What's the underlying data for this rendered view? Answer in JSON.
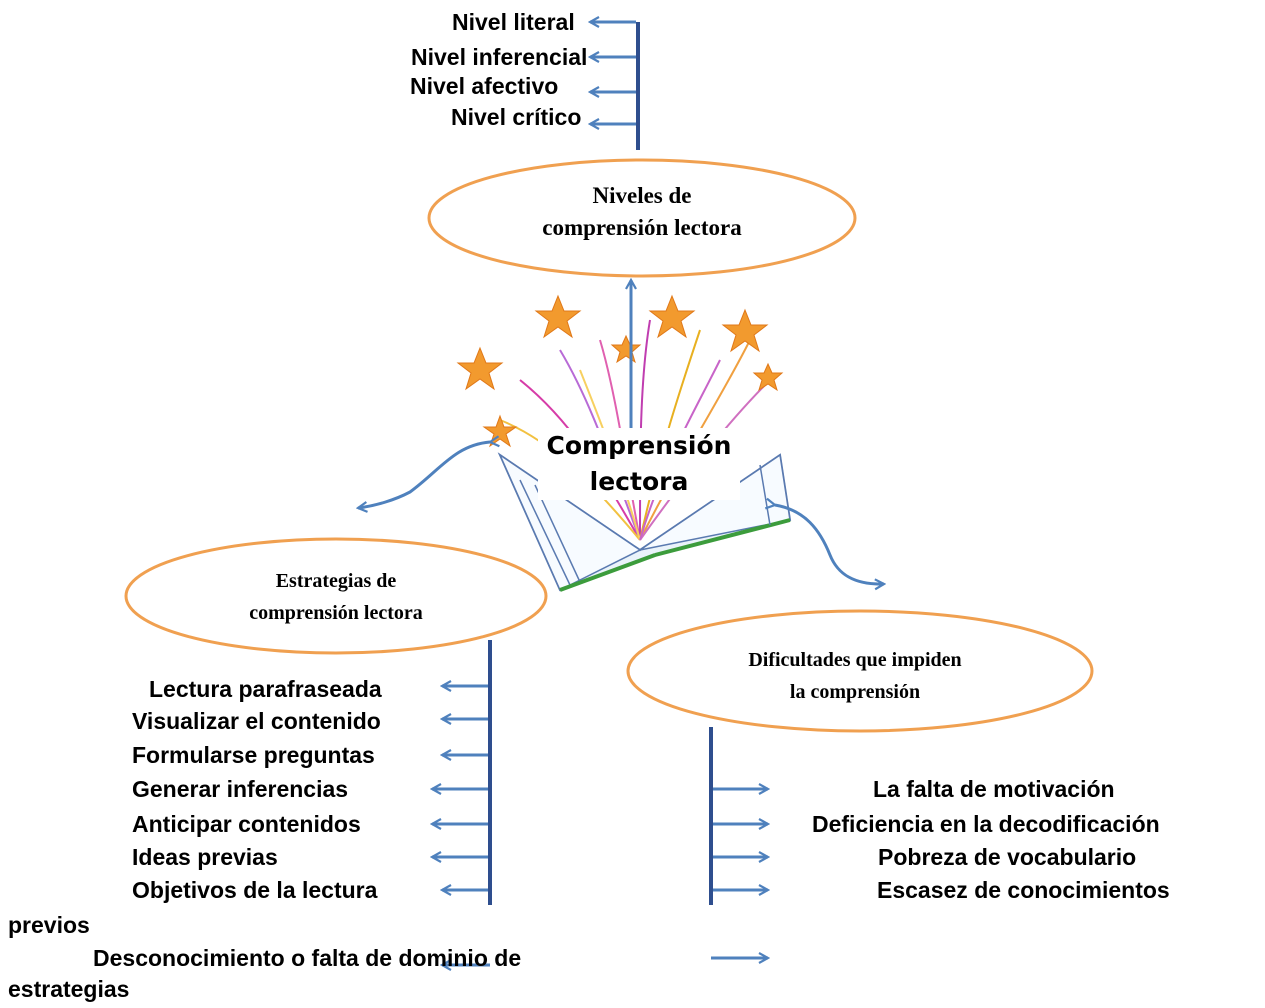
{
  "center": {
    "line1": "Comprensión",
    "line2": "lectora"
  },
  "niveles": {
    "title_line1": "Niveles de",
    "title_line2": "comprensión lectora",
    "items": [
      "Nivel literal",
      "Nivel  inferencial",
      "Nivel afectivo",
      "Nivel crítico"
    ]
  },
  "estrategias": {
    "title_line1": "Estrategias de",
    "title_line2": "comprensión lectora",
    "items": [
      "Lectura parafraseada",
      "Visualizar el contenido",
      "Formularse preguntas",
      "Generar  inferencias",
      "Anticipar contenidos",
      "Ideas previas",
      "Objetivos de la lectura",
      "previos",
      "Desconocimiento o falta de dominio de",
      "estrategias"
    ]
  },
  "dificultades": {
    "title_line1": "Dificultades que impiden",
    "title_line2": "la  comprensión",
    "items": [
      "La falta de motivación",
      "Deficiencia en la decodificación",
      "Pobreza  de vocabulario",
      "Escasez de conocimientos"
    ]
  },
  "colors": {
    "oval_stroke": "#F0A050",
    "arrow": "#4F81BD",
    "bar": "#2E4E8E",
    "star": "#F29A2E"
  }
}
